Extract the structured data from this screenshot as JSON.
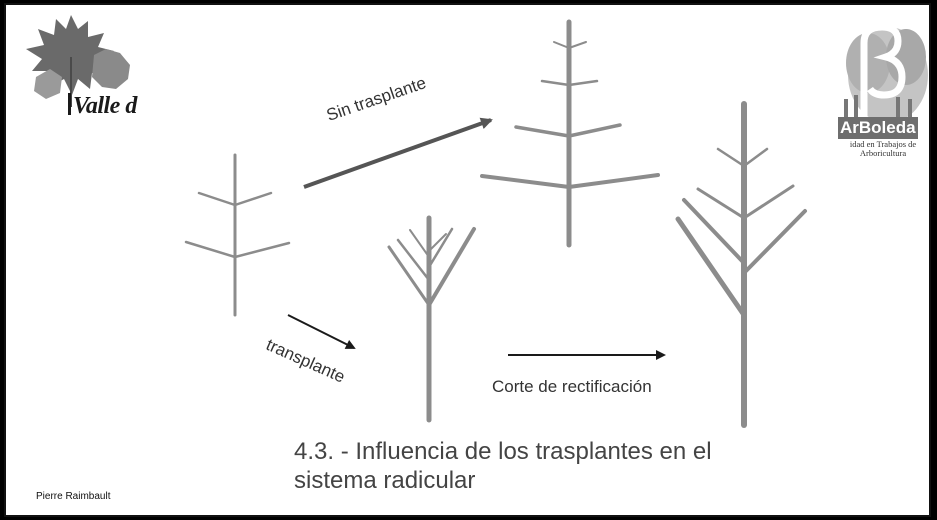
{
  "logos": {
    "left": {
      "text": "Valle d"
    },
    "right": {
      "name": "ArBoleda",
      "subtitle": "idad en Trabajos de Arboricultura"
    }
  },
  "labels": {
    "sin_trasplante": "Sin trasplante",
    "trasplante": "transplante",
    "corte": "Corte de rectificación"
  },
  "title": "4.3. - Influencia de los trasplantes en el sistema radicular",
  "credit": "Pierre Raimbault",
  "colors": {
    "tree_stroke": "#8c8c8c",
    "arrow_dark": "#1a1a1a",
    "arrow_grey": "#555555",
    "text": "#444444"
  }
}
